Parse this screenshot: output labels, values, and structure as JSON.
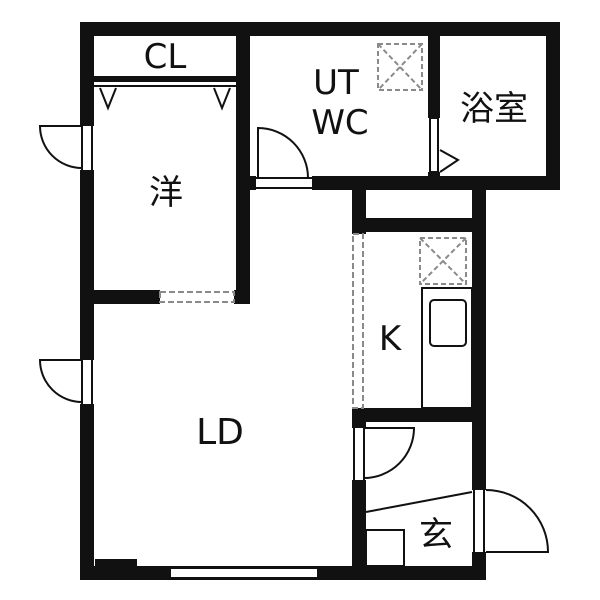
{
  "floor_plan": {
    "rooms": {
      "closet": "CL",
      "western_room": "洋",
      "utility_line1": "UT",
      "utility_line2": "WC",
      "bathroom": "浴室",
      "kitchen": "K",
      "living_dining": "LD",
      "entrance": "玄"
    },
    "colors": {
      "wall": "#111111",
      "dashed": "#8a8a8a",
      "background": "#ffffff"
    }
  }
}
